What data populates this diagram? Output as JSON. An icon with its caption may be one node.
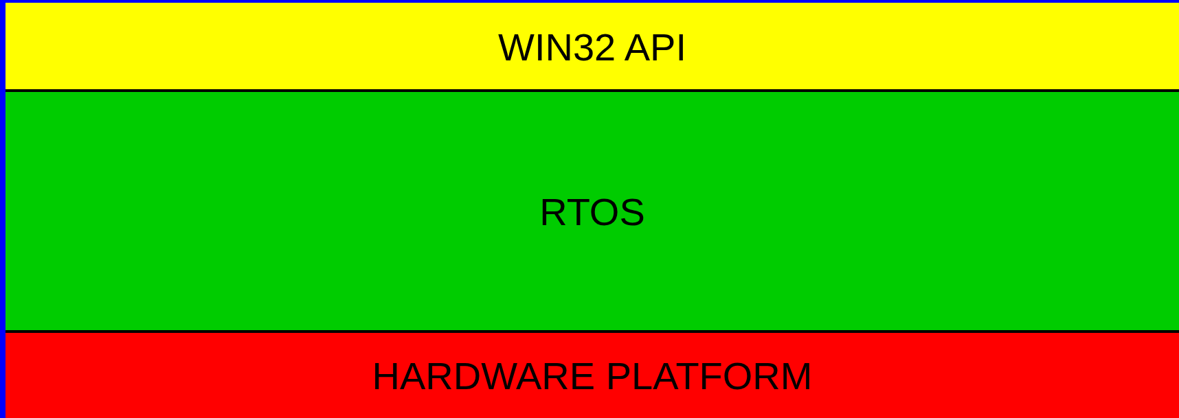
{
  "diagram": {
    "nodes": [
      {
        "text": [
          "WIN32 API"
        ]
      },
      {
        "text": [
          "RTOS"
        ]
      },
      {
        "text": [
          "HARDWARE PLATFORM"
        ]
      }
    ]
  }
}
